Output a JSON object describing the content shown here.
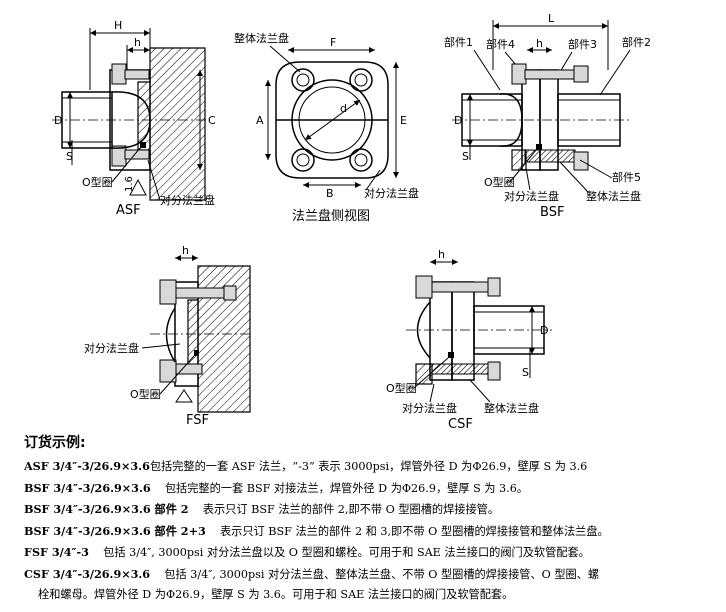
{
  "labels": {
    "asf_caption": "ASF",
    "bsf_caption": "BSF",
    "fsf_caption": "FSF",
    "csf_caption": "CSF",
    "side_view_caption": "法兰盘侧视图",
    "one_piece_flange_top": "整体法兰盘",
    "split_flange": "对分法兰盘",
    "o_ring": "O型圈",
    "one_piece_flange": "整体法兰盘",
    "part1": "部件1",
    "part2": "部件2",
    "part3": "部件3",
    "part4": "部件4",
    "part5": "部件5",
    "roughness": "1.6",
    "dim": {
      "H": "H",
      "h": "h",
      "D": "D",
      "C": "C",
      "S": "S",
      "F": "F",
      "A": "A",
      "B": "B",
      "E": "E",
      "d": "d",
      "L": "L"
    }
  },
  "order": {
    "heading": "订货示例:",
    "rows": [
      {
        "code": "ASF 3/4″-3/26.9×3.6",
        "desc": "包括完整的一套 ASF 法兰，“-3” 表示 3000psi，焊管外径 D 为Φ26.9，壁厚 S 为 3.6"
      },
      {
        "code": "BSF 3/4″-3/26.9×3.6",
        "desc": "    包括完整的一套 BSF 对接法兰，焊管外径 D 为Φ26.9，壁厚 S 为 3.6。"
      },
      {
        "code": "BSF 3/4″-3/26.9×3.6 部件 2",
        "desc": "    表示只订 BSF 法兰的部件 2,即不带 O 型圈槽的焊接接管。"
      },
      {
        "code": "BSF 3/4″-3/26.9×3.6 部件 2+3",
        "desc": "    表示只订 BSF 法兰的部件 2 和 3,即不带 O 型圈槽的焊接接管和整体法兰盘。"
      },
      {
        "code": "FSF 3/4″-3",
        "desc": "    包括 3/4″, 3000psi 对分法兰盘以及 O 型圈和螺栓。可用于和 SAE 法兰接口的阀门及软管配套。"
      },
      {
        "code": "CSF 3/4″-3/26.9×3.6",
        "desc": "    包括 3/4″, 3000psi 对分法兰盘、整体法兰盘、不带 O 型圈槽的焊接接管、O 型圈、螺"
      }
    ],
    "continuation": "栓和螺母。焊管外径 D 为Φ26.9，壁厚 S 为 3.6。可用于和 SAE 法兰接口的阀门及软管配套。"
  }
}
